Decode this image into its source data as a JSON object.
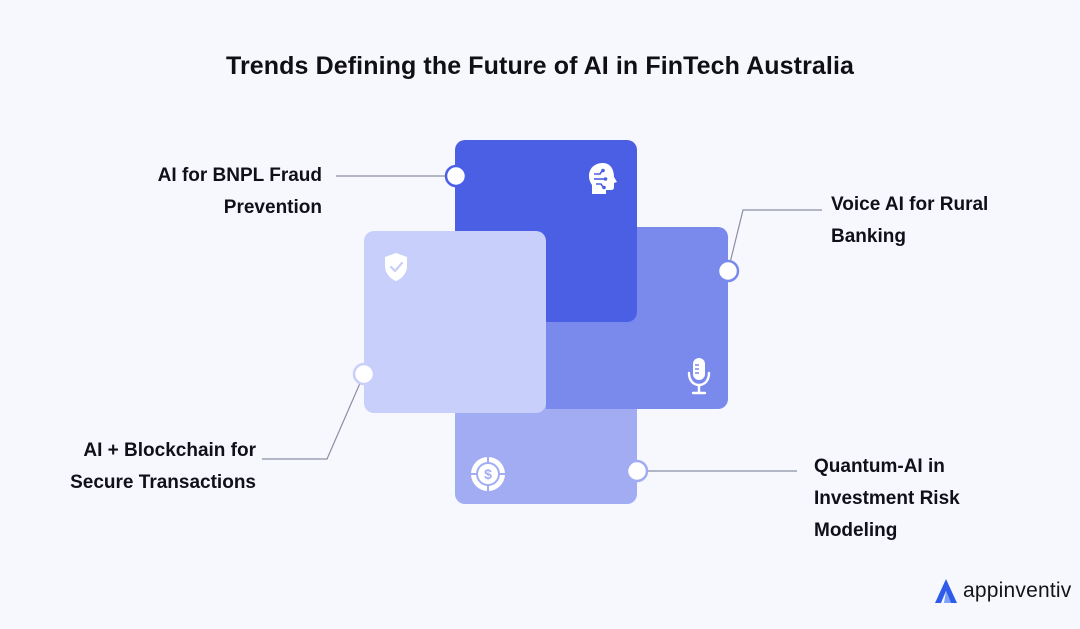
{
  "title": "Trends Defining the Future of AI in FinTech Australia",
  "trends": [
    {
      "lines": [
        "AI for BNPL Fraud",
        "Prevention"
      ],
      "icon": "ai-brain-icon",
      "color": "#4b5fe5"
    },
    {
      "lines": [
        "Voice AI for Rural",
        "Banking"
      ],
      "icon": "microphone-icon",
      "color": "#7a89ec"
    },
    {
      "lines": [
        "AI + Blockchain for",
        "Secure Transactions"
      ],
      "icon": "shield-check-icon",
      "color": "#c8cffb"
    },
    {
      "lines": [
        "Quantum-AI in",
        "Investment Risk",
        "Modeling"
      ],
      "icon": "dollar-coin-icon",
      "color": "#a1acf3"
    }
  ],
  "brand": {
    "name": "appinventiv",
    "accent": "#2f5bea"
  },
  "colors": {
    "background": "#f7f8fd",
    "connector": "#8a8fa3"
  }
}
